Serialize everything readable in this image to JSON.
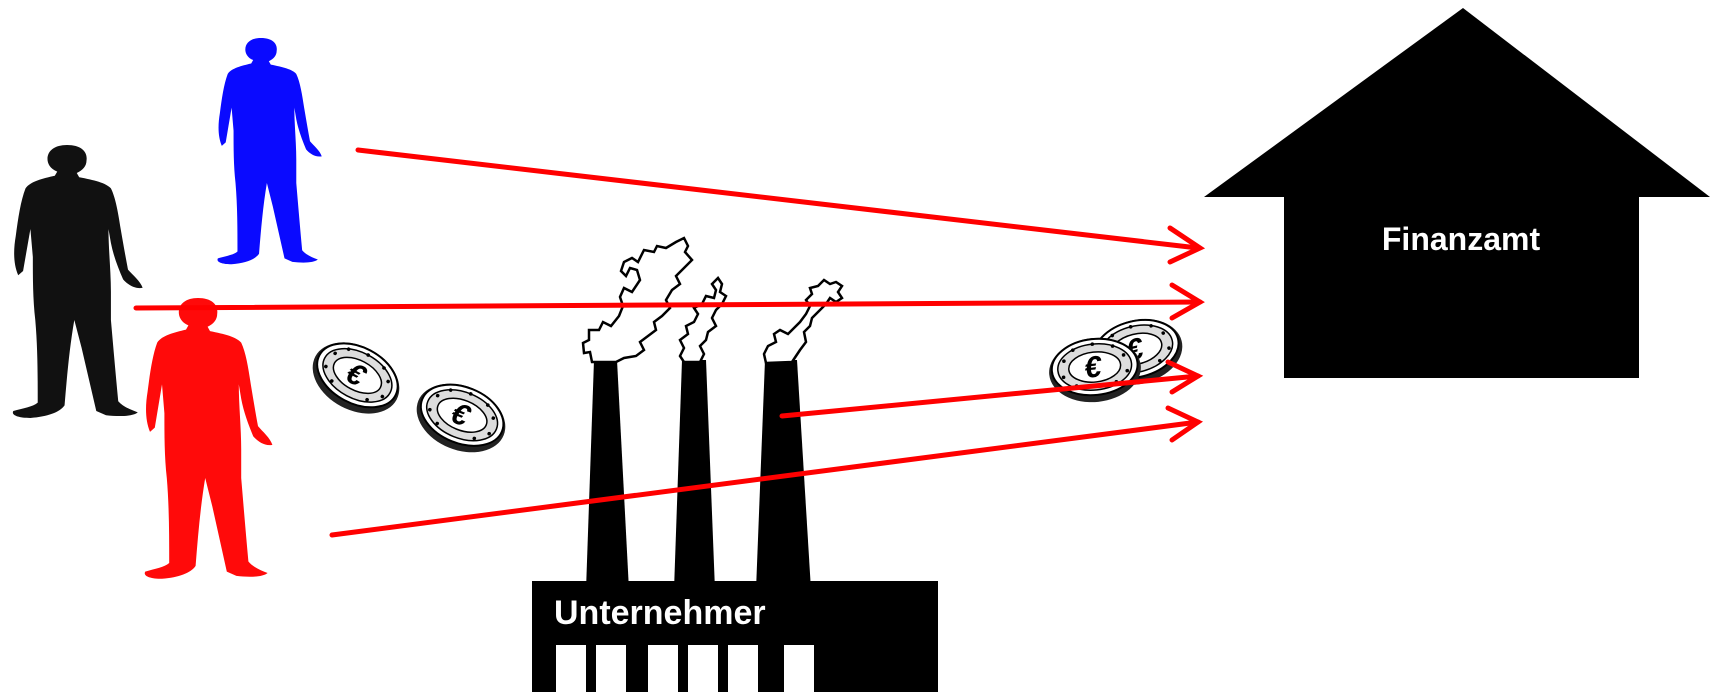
{
  "diagram": {
    "tax_office": {
      "label": "Finanzamt",
      "color": "#000000",
      "label_color": "#ffffff"
    },
    "factory": {
      "label": "Unternehmer",
      "color": "#000000",
      "window_color": "#ffffff"
    },
    "persons": [
      {
        "name": "person-blue",
        "color": "#0a0aff"
      },
      {
        "name": "person-black",
        "color": "#111111"
      },
      {
        "name": "person-red",
        "color": "#ff0a0a"
      }
    ],
    "arrows": {
      "color": "#ff0000",
      "count": 4
    },
    "coins": {
      "symbol": "€",
      "count": 4
    }
  }
}
